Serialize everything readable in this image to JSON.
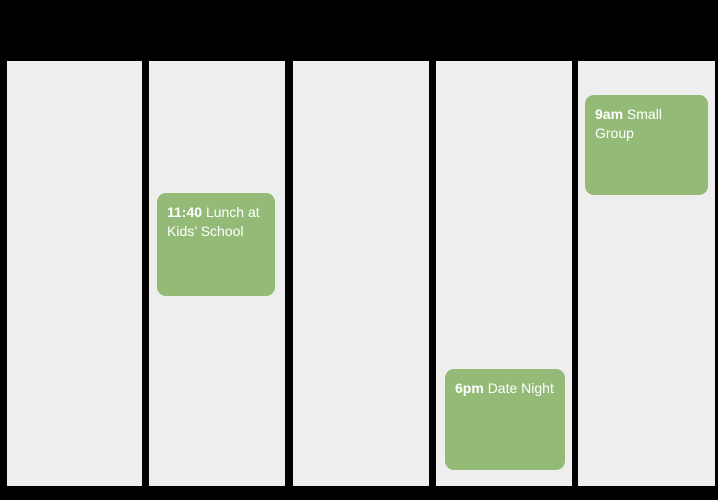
{
  "calendar": {
    "view": "week",
    "colors": {
      "background": "#000000",
      "day_column": "#EEEEEE",
      "event_background": "#93BB77",
      "event_text": "#FFFFFF"
    },
    "columns": [
      {
        "name": "day-1",
        "events": []
      },
      {
        "name": "day-2",
        "events": [
          {
            "time": "11:40",
            "title": "Lunch at Kids’ School"
          }
        ]
      },
      {
        "name": "day-3",
        "events": []
      },
      {
        "name": "day-4",
        "events": [
          {
            "time": "6pm",
            "title": "Date Night"
          }
        ]
      },
      {
        "name": "day-5",
        "events": [
          {
            "time": "9am",
            "title": "Small Group"
          }
        ]
      }
    ]
  }
}
